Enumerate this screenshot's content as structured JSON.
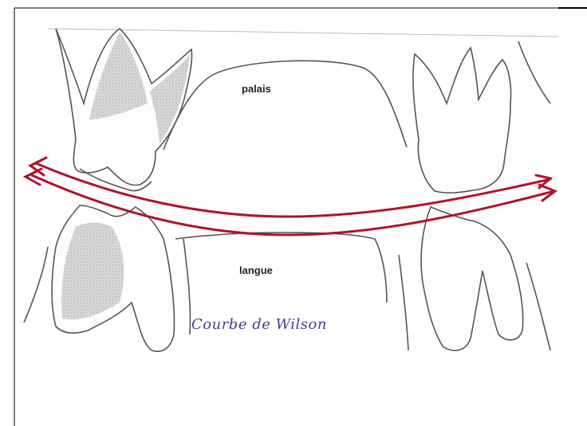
{
  "labels": {
    "palais": "palais",
    "langue": "langue",
    "curve_name": "Courbe de Wilson"
  },
  "colors": {
    "arrow": "#b0132b",
    "outline": "#555555",
    "stipple": "#c9c9c9",
    "handwriting": "#4b3a9a",
    "border": "#000000"
  }
}
